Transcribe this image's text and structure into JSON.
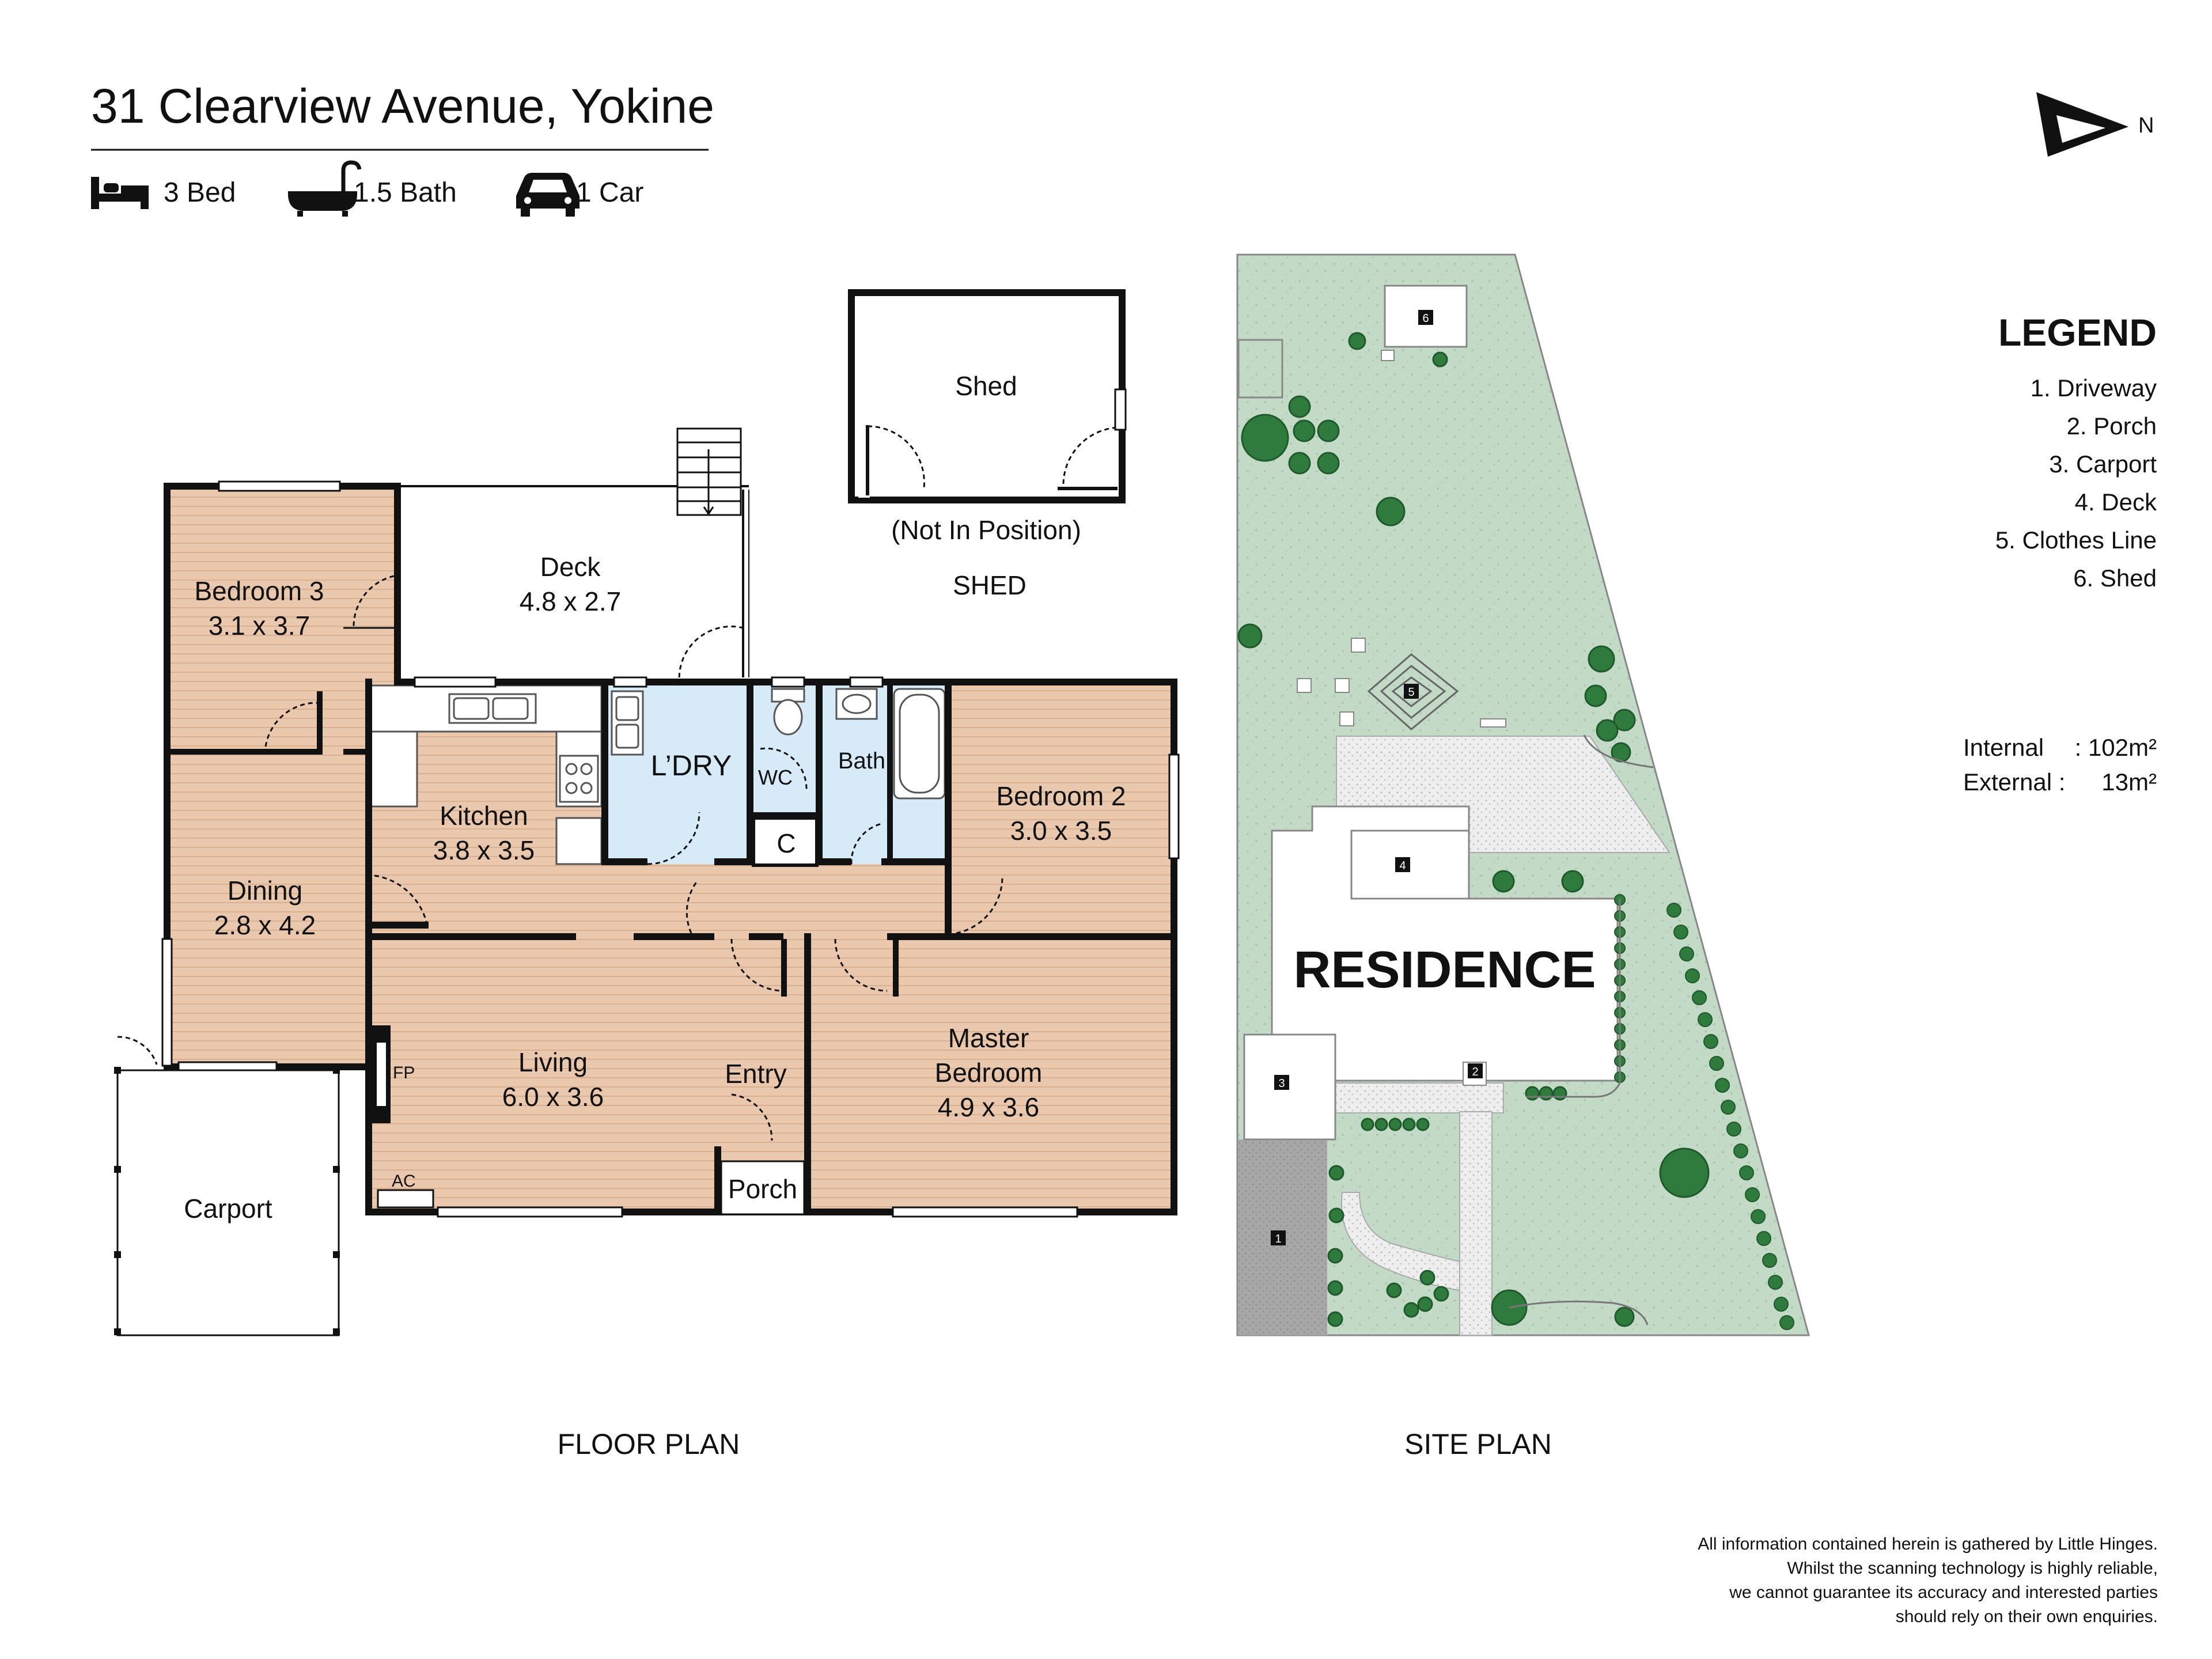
{
  "header": {
    "address": "31 Clearview Avenue, Yokine",
    "beds": "3 Bed",
    "baths": "1.5 Bath",
    "cars": "1 Car",
    "icons": [
      "bed-icon",
      "bathtub-icon",
      "car-icon"
    ]
  },
  "compass": {
    "label": "N"
  },
  "floor_plan": {
    "caption": "FLOOR PLAN",
    "rooms": {
      "bedroom3": {
        "name": "Bedroom 3",
        "size": "3.1 x 3.7"
      },
      "deck": {
        "name": "Deck",
        "size": "4.8 x 2.7"
      },
      "kitchen": {
        "name": "Kitchen",
        "size": "3.8 x 3.5"
      },
      "laundry": {
        "name": "L’DRY"
      },
      "wc": {
        "name": "WC"
      },
      "bath": {
        "name": "Bath"
      },
      "cupboard": {
        "name": "C"
      },
      "bedroom2": {
        "name": "Bedroom 2",
        "size": "3.0 x 3.5"
      },
      "dining": {
        "name": "Dining",
        "size": "2.8 x 4.2"
      },
      "living": {
        "name": "Living",
        "size": "6.0 x 3.6"
      },
      "entry": {
        "name": "Entry"
      },
      "master": {
        "name_line1": "Master",
        "name_line2": "Bedroom",
        "size": "4.9 x 3.6"
      },
      "porch": {
        "name": "Porch"
      },
      "carport": {
        "name": "Carport"
      },
      "fireplace": {
        "label": "FP"
      },
      "aircon": {
        "label": "AC"
      }
    },
    "shed": {
      "name": "Shed",
      "note": "(Not In Position)",
      "caption": "SHED"
    }
  },
  "site_plan": {
    "caption": "SITE PLAN",
    "residence_label": "RESIDENCE",
    "markers": [
      "1",
      "2",
      "3",
      "4",
      "5",
      "6"
    ]
  },
  "legend": {
    "title": "LEGEND",
    "items": [
      "1. Driveway",
      "2. Porch",
      "3. Carport",
      "4. Deck",
      "5. Clothes Line",
      "6. Shed"
    ]
  },
  "areas": {
    "internal_label": "Internal",
    "internal_value": ": 102m²",
    "external_label": "External :",
    "external_value": "13m²"
  },
  "disclaimer": [
    "All information contained herein is gathered by Little Hinges.",
    "Whilst the scanning technology is highly reliable,",
    "we cannot guarantee its accuracy and interested parties",
    "should rely on their own enquiries."
  ],
  "colors": {
    "floor_wood": "#e9c8ad",
    "wet_area": "#d6ebf7",
    "wall": "#111111",
    "lawn": "#c3dac7",
    "tree": "#2f7a3d",
    "paving": "#e8e8e8",
    "driveway": "#a7a7a7"
  }
}
